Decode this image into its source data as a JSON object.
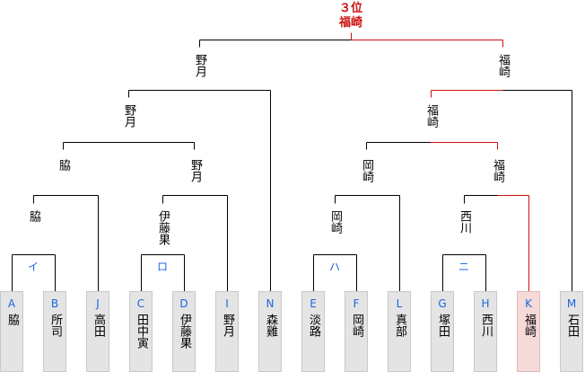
{
  "result": {
    "place_label": "３位",
    "winner": "福崎"
  },
  "colors": {
    "line": "#000000",
    "winner_line": "#cc1111",
    "seed": "#1a66e0"
  },
  "entries": [
    {
      "seed": "A",
      "name": "脇"
    },
    {
      "seed": "B",
      "name": "所司"
    },
    {
      "seed": "J",
      "name": "高田"
    },
    {
      "seed": "C",
      "name": "田中寅"
    },
    {
      "seed": "D",
      "name": "伊藤果"
    },
    {
      "seed": "I",
      "name": "野月"
    },
    {
      "seed": "N",
      "name": "森雞"
    },
    {
      "seed": "E",
      "name": "淡路"
    },
    {
      "seed": "F",
      "name": "岡崎"
    },
    {
      "seed": "L",
      "name": "真部"
    },
    {
      "seed": "G",
      "name": "塚田"
    },
    {
      "seed": "H",
      "name": "西川"
    },
    {
      "seed": "K",
      "name": "福崎",
      "highlight": true
    },
    {
      "seed": "M",
      "name": "石田"
    }
  ],
  "groups": [
    "イ",
    "ロ",
    "ハ",
    "ニ"
  ],
  "round_winners": {
    "r1": [
      "脇",
      "伊藤果",
      "岡崎",
      "西川"
    ],
    "r2": [
      "脇",
      "野月",
      "岡崎",
      "福崎"
    ],
    "r3": [
      "野月",
      "福崎"
    ],
    "r4": [
      "野月",
      "福崎"
    ]
  }
}
